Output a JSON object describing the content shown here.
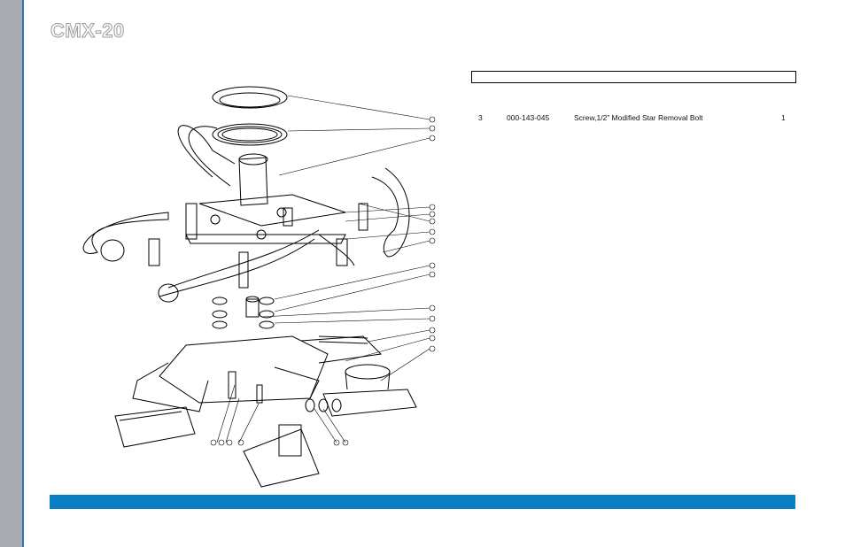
{
  "page": {
    "title": "CMX-20",
    "accent_color": "#0a7fc3",
    "side_bar_color": "#a9adb2"
  },
  "parts_list": {
    "rows": [
      {
        "item": "3",
        "part_number": "000-143-045",
        "description": "Screw,1/2” Modified Star Removal Bolt",
        "qty": "1"
      }
    ]
  },
  "drawing": {
    "subject": "exploded-assembly-drawing"
  }
}
